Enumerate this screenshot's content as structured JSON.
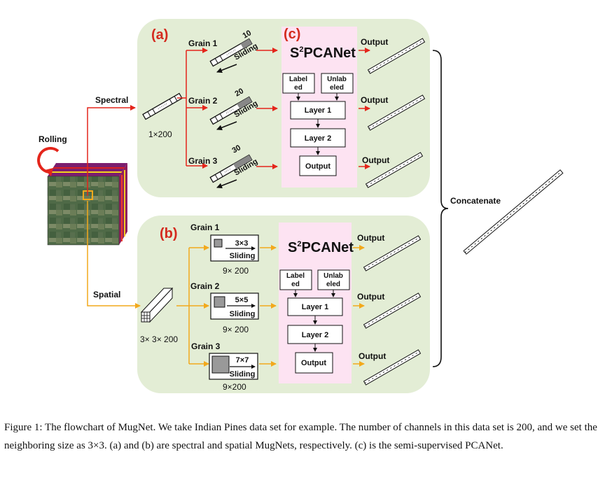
{
  "figure": {
    "rolling": "Rolling",
    "spectral": "Spectral",
    "spatial": "Spatial",
    "concatenate": "Concatenate",
    "spectral_dim": "1×200",
    "spatial_dim": "3× 3× 200",
    "panel_a": {
      "tag": "(a)",
      "grains": [
        {
          "label": "Grain 1",
          "size": "10",
          "sliding": "Sliding"
        },
        {
          "label": "Grain 2",
          "size": "20",
          "sliding": "Sliding"
        },
        {
          "label": "Grain 3",
          "size": "30",
          "sliding": "Sliding"
        }
      ],
      "outputs": [
        "Output",
        "Output",
        "Output"
      ]
    },
    "panel_c": {
      "tag": "(c)",
      "title_main": "S",
      "title_sup": "2",
      "title_rest": "PCANet",
      "labeled": [
        "Label",
        "ed"
      ],
      "unlabeled": [
        "Unlab",
        "eled"
      ],
      "layer1": "Layer 1",
      "layer2": "Layer 2",
      "output": "Output"
    },
    "panel_b": {
      "tag": "(b)",
      "title_main": "S",
      "title_sup": "2",
      "title_rest": "PCANet",
      "grains": [
        {
          "label": "Grain 1",
          "window": "3×3",
          "sliding": "Sliding",
          "dim": "9× 200"
        },
        {
          "label": "Grain 2",
          "window": "5×5",
          "sliding": "Sliding",
          "dim": "9× 200"
        },
        {
          "label": "Grain 3",
          "window": "7×7",
          "sliding": "Sliding",
          "dim": "9×200"
        }
      ],
      "labeled": [
        "Label",
        "ed"
      ],
      "unlabeled": [
        "Unlab",
        "eled"
      ],
      "layer1": "Layer 1",
      "layer2": "Layer 2",
      "output": "Output",
      "outputs": [
        "Output",
        "Output",
        "Output"
      ]
    }
  },
  "caption": "Figure 1: The flowchart of MugNet. We take Indian Pines data set for example. The number of channels in this data set is 200, and we set the neighboring size as 3×3. (a) and (b) are spectral and spatial MugNets, respectively. (c) is the semi-supervised PCANet.",
  "colors": {
    "panel_bg": "#e3edd5",
    "pca_bg": "#fde3f2",
    "spectral_arrow": "#e4251b",
    "spatial_arrow": "#f2a91c",
    "tag_red": "#d42a1e"
  }
}
